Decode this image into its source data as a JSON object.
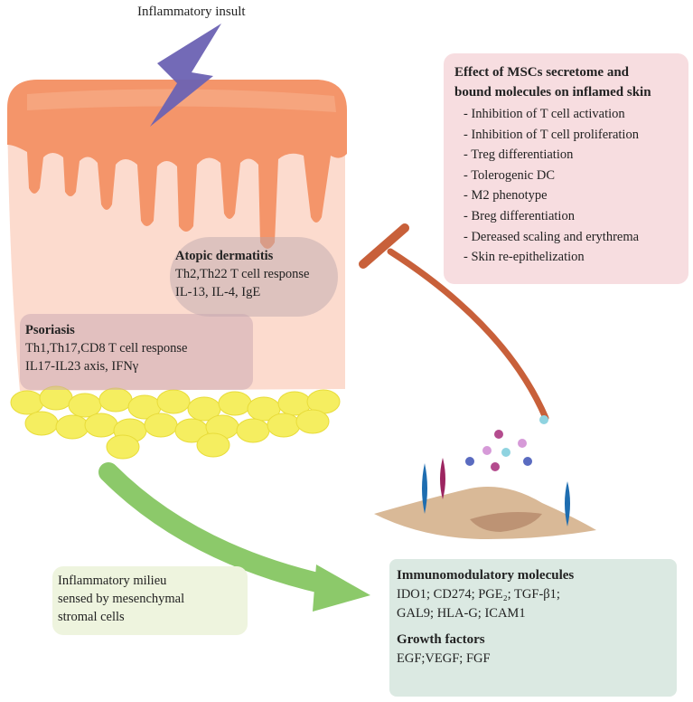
{
  "insult_label": "Inflammatory insult",
  "effects": {
    "title_line1": "Effect of MSCs secretome and",
    "title_line2": "bound molecules on inflamed skin",
    "items": [
      "- Inhibition of T cell activation",
      "- Inhibition of T cell proliferation",
      "- Treg differentiation",
      "- Tolerogenic DC",
      "- M2 phenotype",
      "- Breg differentiation",
      "- Dereased scaling and erythrema",
      "- Skin re-epithelization"
    ]
  },
  "atopic": {
    "title": "Atopic dermatitis",
    "line1": "Th2,Th22 T cell response",
    "line2": "IL-13, IL-4, IgE"
  },
  "psoriasis": {
    "title": "Psoriasis",
    "line1": "Th1,Th17,CD8 T cell response",
    "line2": "IL17-IL23 axis, IFNγ"
  },
  "milieu": {
    "line1": "Inflammatory milieu",
    "line2": "sensed by mesenchymal",
    "line3": "stromal cells"
  },
  "molecules": {
    "immuno_title": "Immunomodulatory molecules",
    "immuno_line1": "IDO1; CD274; PGE₂; TGF-β1;",
    "immuno_line2": "GAL9; HLA-G; ICAM1",
    "growth_title": "Growth factors",
    "growth_line1": "EGF;VEGF; FGF"
  },
  "colors": {
    "epidermis": "#f4956a",
    "dermis": "#fbd5c5",
    "fat": "#f5ee60",
    "lightning": "#6b62b3",
    "inhibition_arrow": "#c8603a",
    "sensing_arrow": "#8cc96a",
    "msc_cell": "#d9b997",
    "receptor_blue": "#1e6db0",
    "receptor_purple": "#9c2560"
  }
}
